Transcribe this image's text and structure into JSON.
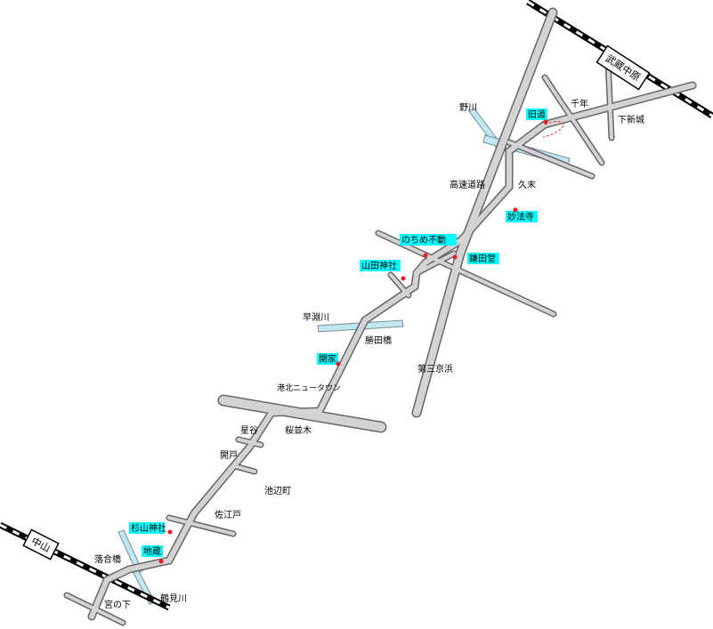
{
  "colors": {
    "road_fill": "#d3d3d3",
    "road_outline": "#666666",
    "river": "#bfe8f2",
    "highlight": "#00ffff",
    "poi": "#ee1c1c",
    "rail": "#000000"
  },
  "stations": {
    "north": "武蔵中原",
    "south": "中山"
  },
  "places": {
    "nogawa": "野川",
    "kyudo": "旧道",
    "sennen": "千年",
    "shimoshinjo": "下新城",
    "kosoku_doro": "高速道路",
    "kusue": "久末",
    "myohoji": "妙法寺",
    "nochime_fudo": "のちめ不動",
    "kamatado": "鎌田堂",
    "yamada_jinja": "山田神社",
    "hayabuchigawa": "早淵川",
    "katsuta_bashi": "勝田橋",
    "sekiya": "関家",
    "daisan_keihin": "第三京浜",
    "kohoku_newtown": "港北ニュータウン",
    "hoshiya": "星谷",
    "sakuranamiki": "桜並木",
    "hirakido": "開戸",
    "ikenobecho": "池辺町",
    "saedo": "佐江戸",
    "sugiyama_jinja": "杉山神社",
    "jizo": "地蔵",
    "ochiaibashi": "落合橋",
    "miyanoshita": "宮の下",
    "tsurumigawa": "鶴見川"
  }
}
